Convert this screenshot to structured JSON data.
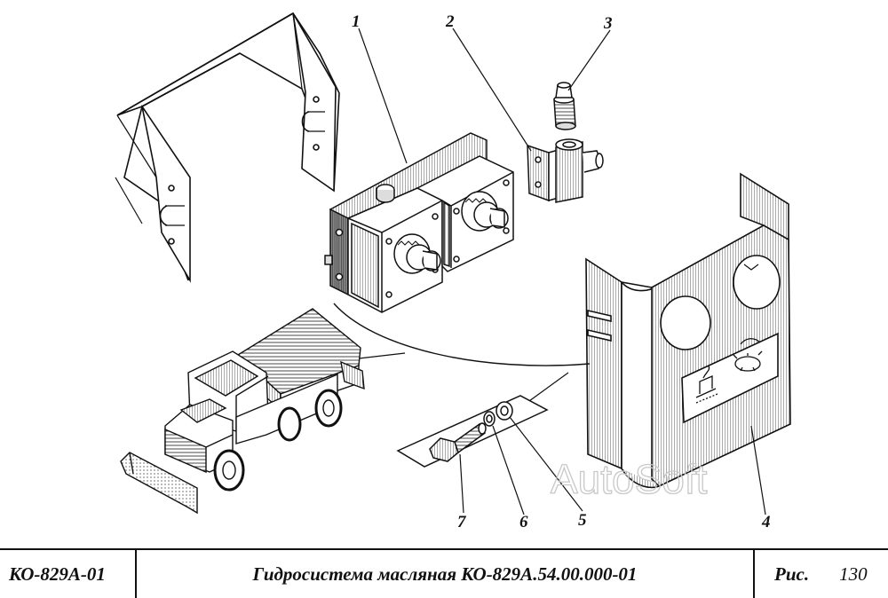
{
  "callouts": {
    "c1": "1",
    "c2": "2",
    "c3": "3",
    "c4": "4",
    "c5": "5",
    "c6": "6",
    "c7": "7"
  },
  "watermark": "AutoSoft",
  "title_block": {
    "model_code": "КО-829А-01",
    "title": "Гидросистема масляная КО-829А.54.00.000-01",
    "figure_label": "Рис.",
    "figure_number": "130"
  },
  "colors": {
    "ink": "#111111",
    "paper": "#ffffff",
    "hatch": "#444444",
    "watermark": "#c8c8c8"
  }
}
